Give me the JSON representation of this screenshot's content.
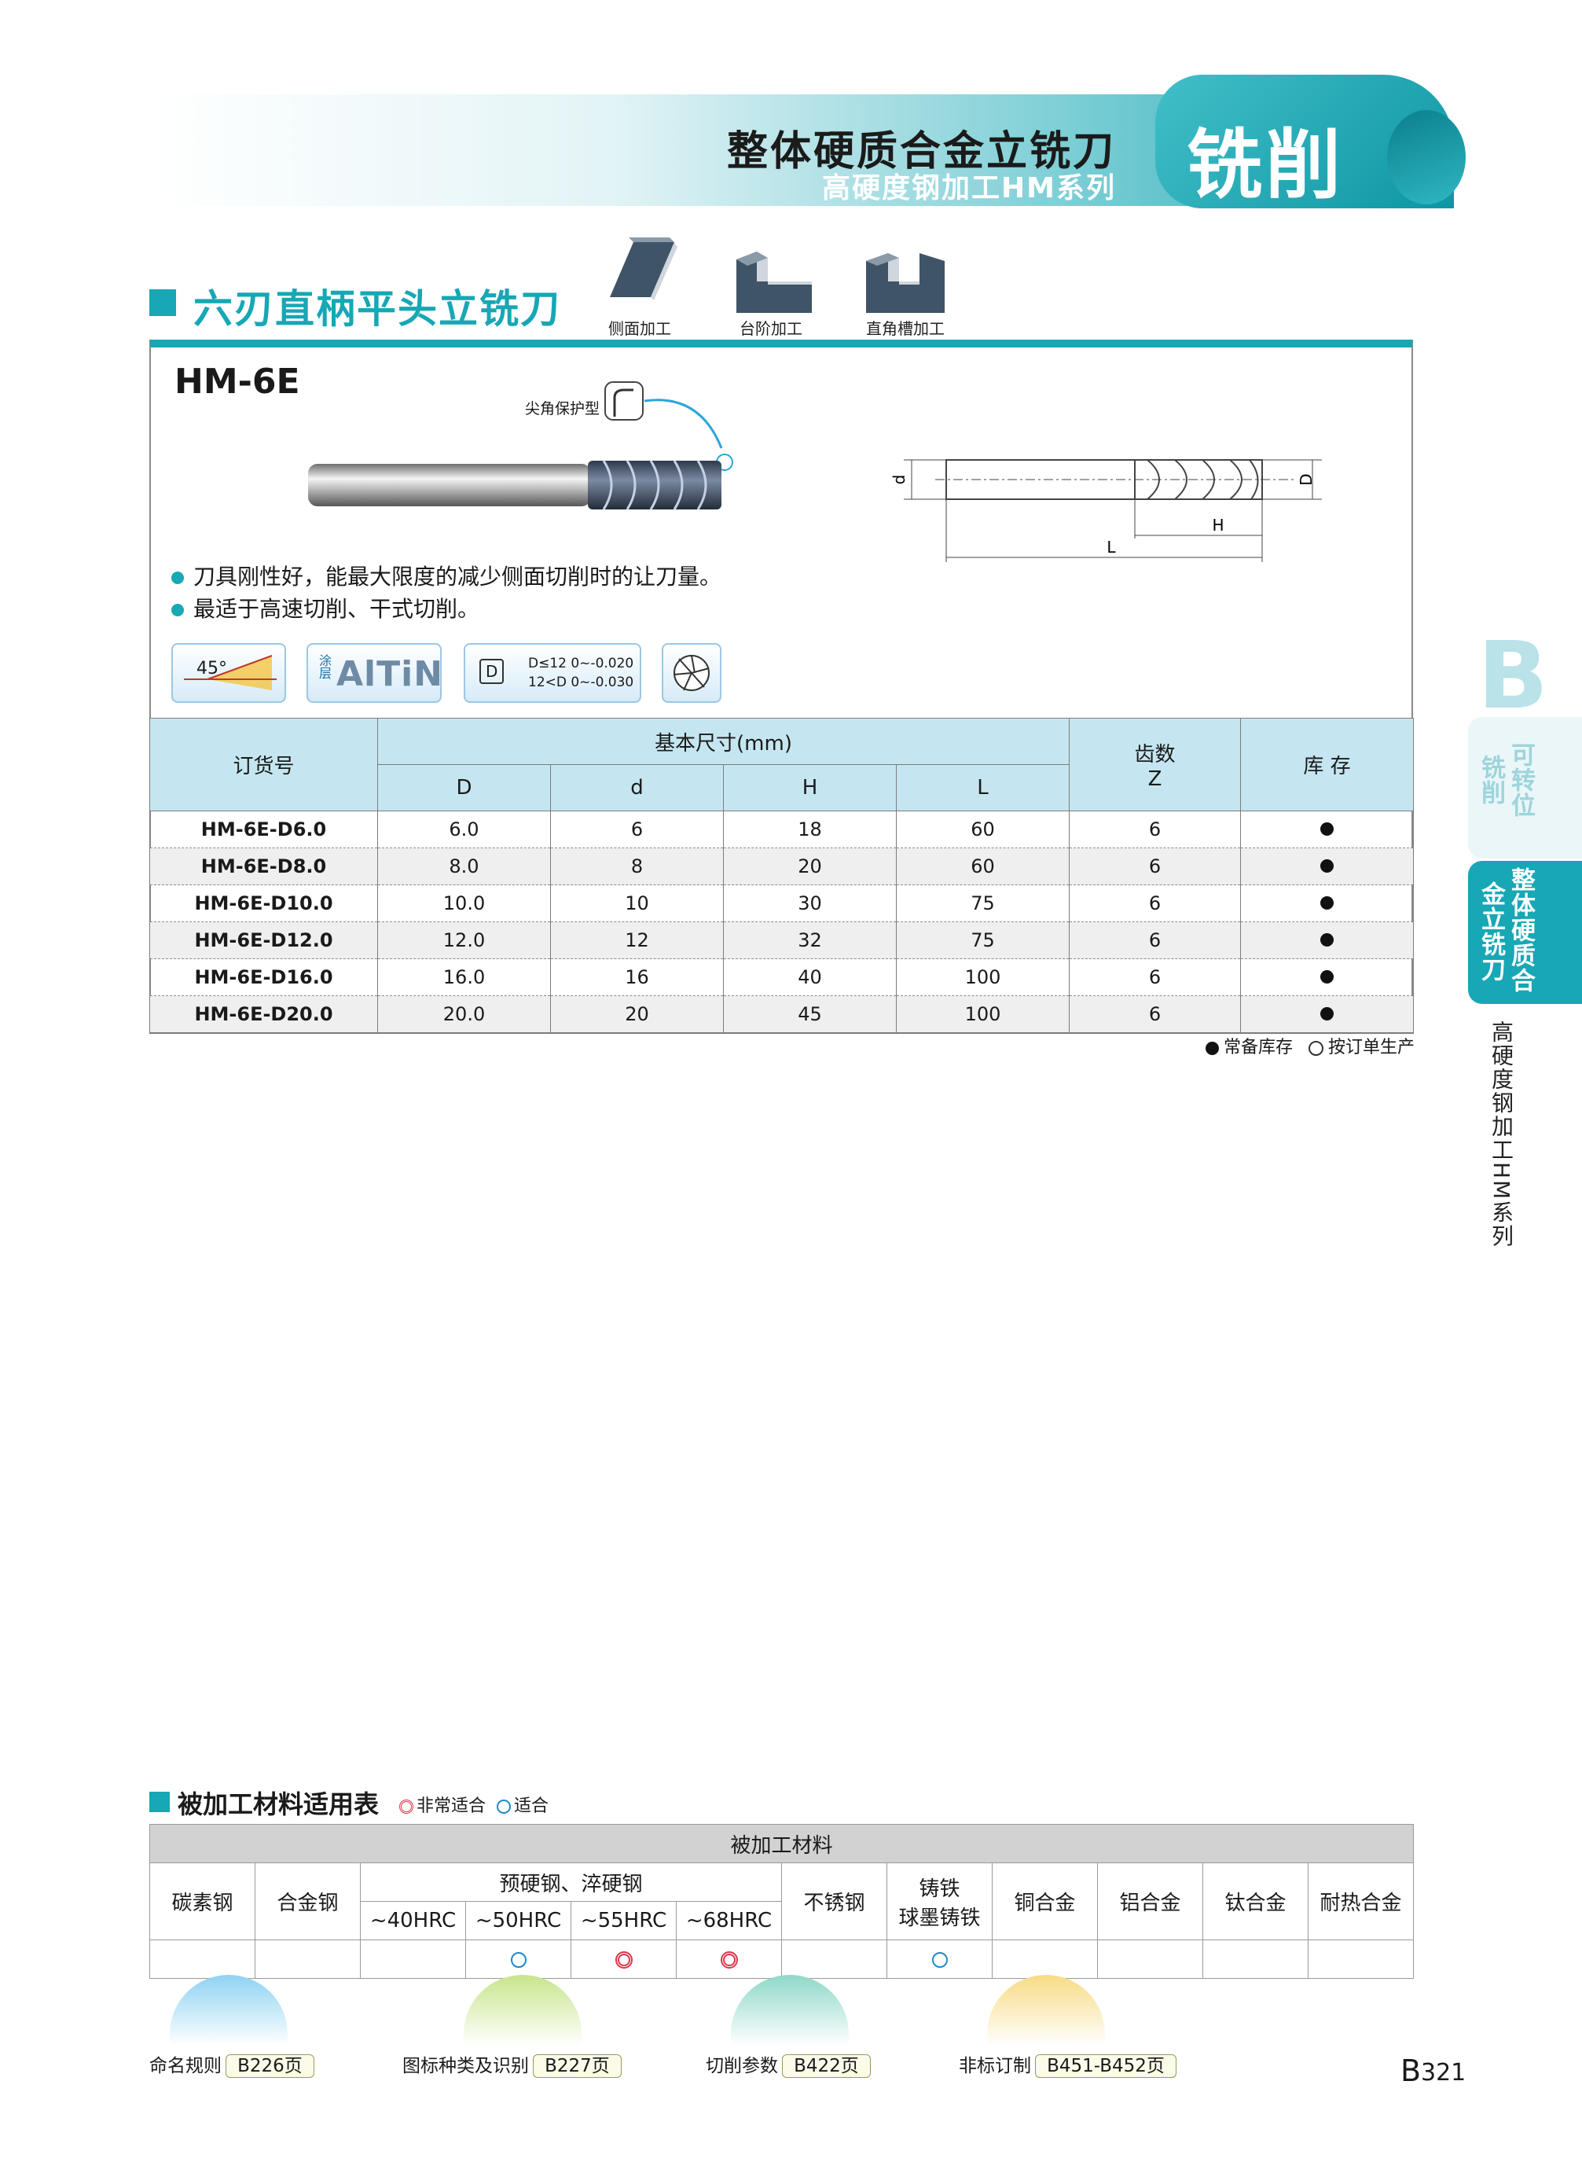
{
  "header": {
    "title": "整体硬质合金立铣刀",
    "subtitle": "高硬度钢加工HM系列",
    "category_tag": "铣削"
  },
  "section": {
    "title": "六刃直柄平头立铣刀",
    "operations": [
      {
        "label": "侧面加工",
        "icon": "side-milling-icon"
      },
      {
        "label": "台阶加工",
        "icon": "step-milling-icon"
      },
      {
        "label": "直角槽加工",
        "icon": "slot-milling-icon"
      }
    ]
  },
  "product": {
    "model": "HM-6E",
    "corner_label": "尖角保护型",
    "features": [
      "刀具刚性好，能最大限度的减少侧面切削时的让刀量。",
      "最适于高速切削、干式切削。"
    ],
    "diagram_labels": {
      "d": "d",
      "D": "D",
      "H": "H",
      "L": "L"
    },
    "badges": {
      "helix_angle": "45°",
      "coating_label": "涂层",
      "coating": "AlTiN",
      "tol_symbol": "D",
      "tol_line1": "D≤12  0~-0.020",
      "tol_line2": "12<D  0~-0.030"
    }
  },
  "spec_table": {
    "headers": {
      "order_no": "订货号",
      "basic_dims": "基本尺寸(mm)",
      "D": "D",
      "d": "d",
      "H": "H",
      "L": "L",
      "flutes": "齿数",
      "flutes_sym": "Z",
      "stock": "库 存"
    },
    "rows": [
      {
        "code": "HM-6E-D6.0",
        "D": "6.0",
        "d": "6",
        "H": "18",
        "L": "60",
        "Z": "6",
        "stock": "full"
      },
      {
        "code": "HM-6E-D8.0",
        "D": "8.0",
        "d": "8",
        "H": "20",
        "L": "60",
        "Z": "6",
        "stock": "full"
      },
      {
        "code": "HM-6E-D10.0",
        "D": "10.0",
        "d": "10",
        "H": "30",
        "L": "75",
        "Z": "6",
        "stock": "full"
      },
      {
        "code": "HM-6E-D12.0",
        "D": "12.0",
        "d": "12",
        "H": "32",
        "L": "75",
        "Z": "6",
        "stock": "full"
      },
      {
        "code": "HM-6E-D16.0",
        "D": "16.0",
        "d": "16",
        "H": "40",
        "L": "100",
        "Z": "6",
        "stock": "full"
      },
      {
        "code": "HM-6E-D20.0",
        "D": "20.0",
        "d": "20",
        "H": "45",
        "L": "100",
        "Z": "6",
        "stock": "full"
      }
    ],
    "legend": {
      "in_stock": "常备库存",
      "made_to_order": "按订单生产"
    }
  },
  "side_tabs": {
    "letter": "B",
    "tab1_col1": "可转位",
    "tab1_col2": "铣削",
    "tab2_col1": "整体硬质合",
    "tab2_col2": "金立铣刀",
    "series": "高硬度钢加工HM系列"
  },
  "materials": {
    "title": "被加工材料适用表",
    "legend_very": "非常适合",
    "legend_ok": "适合",
    "group_header": "被加工材料",
    "columns": {
      "carbon": "碳素钢",
      "alloy": "合金钢",
      "hardened": "预硬钢、淬硬钢",
      "hrc40": "~40HRC",
      "hrc50": "~50HRC",
      "hrc55": "~55HRC",
      "hrc68": "~68HRC",
      "stainless": "不锈钢",
      "cast1": "铸铁",
      "cast2": "球墨铸铁",
      "copper": "铜合金",
      "aluminum": "铝合金",
      "titanium": "钛合金",
      "heat_resistant": "耐热合金"
    },
    "suitability": [
      "",
      "",
      "",
      "ok",
      "very",
      "very",
      "",
      "ok",
      "",
      "",
      "",
      ""
    ]
  },
  "bottom_nav": [
    {
      "label": "命名规则",
      "page": "B226页",
      "color": "#8fd3f2"
    },
    {
      "label": "图标种类及识别",
      "page": "B227页",
      "color": "#c8e58c"
    },
    {
      "label": "切削参数",
      "page": "B422页",
      "color": "#8fd8c9"
    },
    {
      "label": "非标订制",
      "page": "B451-B452页",
      "color": "#f7dc85"
    }
  ],
  "page": {
    "letter": "B",
    "number": "321"
  }
}
